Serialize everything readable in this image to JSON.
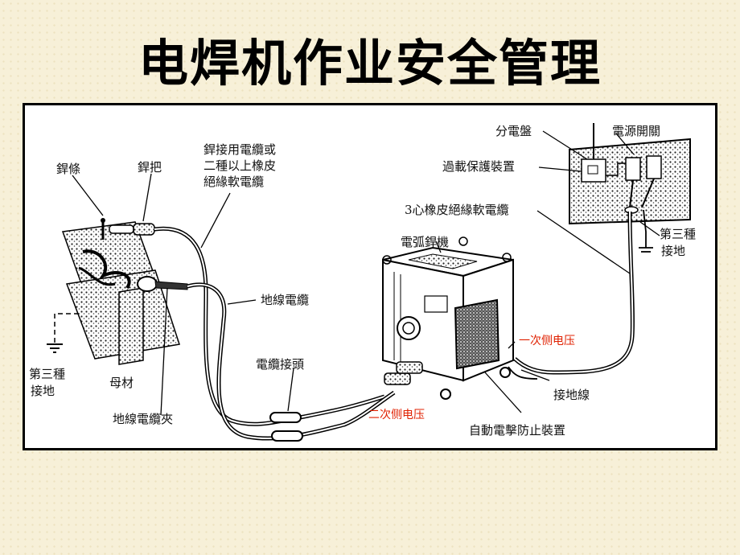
{
  "slide": {
    "title": "电焊机作业安全管理"
  },
  "diagram": {
    "labels": {
      "electrode": "銲條",
      "holder": "銲把",
      "cable_line1": "銲接用電纜或",
      "cable_line2": "二種以上橡皮",
      "cable_line3": "絕緣軟電纜",
      "distribution_panel": "分電盤",
      "power_switch": "電源開關",
      "overload_protection": "過載保護裝置",
      "three_core_cable": "3心橡皮絕緣軟電纜",
      "arc_welder": "電弧銲機",
      "third_ground_right_1": "第三種",
      "third_ground_right_2": "接地",
      "ground_cable": "地線電纜",
      "third_ground_left_1": "第三種",
      "third_ground_left_2": "接地",
      "base_metal": "母材",
      "cable_joint": "電纜接頭",
      "ground_clamp": "地線電纜夾",
      "primary_voltage": "一次侧电压",
      "secondary_voltage": "二次侧电压",
      "grounding_wire": "接地線",
      "anti_shock_device": "自動電擊防止裝置"
    },
    "colors": {
      "annotation_red": "#e02000",
      "line": "#000000"
    }
  }
}
